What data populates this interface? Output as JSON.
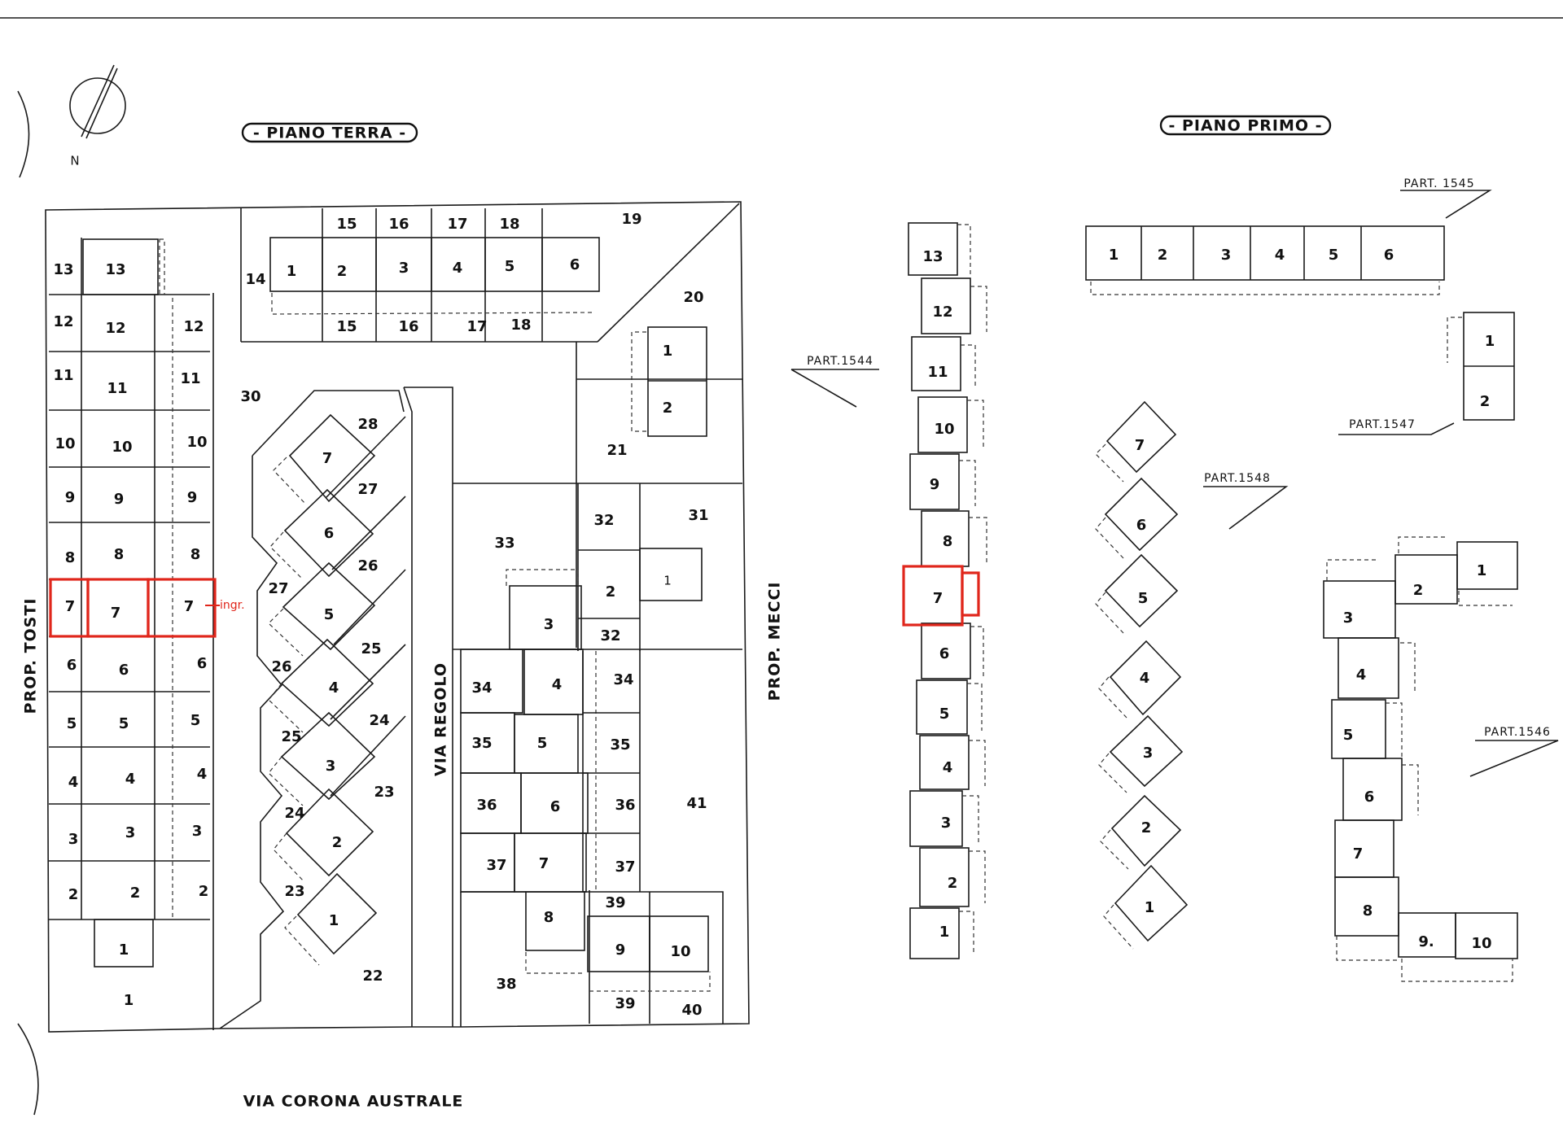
{
  "titles": {
    "ground": "- PIANO TERRA -",
    "first": "- PIANO PRIMO -"
  },
  "compass": {
    "label": "N"
  },
  "streets": {
    "corona": "VIA CORONA AUSTRALE",
    "regolo": "VIA REGOLO",
    "tosti": "PROP. TOSTI",
    "mecci": "PROP. MECCI"
  },
  "parts": {
    "p1544": "PART.1544",
    "p1545": "PART. 1545",
    "p1546": "PART.1546",
    "p1547": "PART.1547",
    "p1548": "PART.1548"
  },
  "entrance": {
    "label": "ingr."
  },
  "colors": {
    "highlight": "#e0261b",
    "line": "#1a1a1a"
  },
  "lots": {
    "left_col_a": [
      "13",
      "12",
      "11",
      "10",
      "9",
      "8",
      "7",
      "6",
      "5",
      "4",
      "3",
      "2"
    ],
    "left_col_b": [
      "13",
      "12",
      "11",
      "10",
      "9",
      "8",
      "7",
      "6",
      "5",
      "4",
      "3",
      "2",
      "1"
    ],
    "left_col_c": [
      "12",
      "11",
      "10",
      "9",
      "8",
      "7",
      "6",
      "5",
      "4",
      "3",
      "2"
    ],
    "left_bottom": "1",
    "top_row_upper": [
      "15",
      "16",
      "17",
      "18"
    ],
    "top_row_units": [
      "1",
      "2",
      "3",
      "4",
      "5",
      "6"
    ],
    "top_row_lower": [
      "15",
      "16",
      "17",
      "18"
    ],
    "top_misc": {
      "l14": "14",
      "l19": "19",
      "l20": "20",
      "l21": "21",
      "l30": "30",
      "l22": "22"
    },
    "units_20": [
      "1",
      "2"
    ],
    "diag_units": [
      "7",
      "6",
      "5",
      "4",
      "3",
      "2",
      "1"
    ],
    "diag_lots_right": [
      "28",
      "27",
      "26",
      "25",
      "24",
      "23"
    ],
    "diag_lots_left": [
      "27",
      "26",
      "25",
      "24",
      "23"
    ],
    "mid_33": "33",
    "mid_units": [
      "3",
      "4",
      "5",
      "6",
      "7",
      "8"
    ],
    "mid_left_lots": [
      "34",
      "35",
      "36",
      "37"
    ],
    "mid_right_lots": [
      "34",
      "35",
      "36",
      "37"
    ],
    "lot_32a": "32",
    "lot_32b": "32",
    "lot_31": "31",
    "lot_41": "41",
    "lot_38": "38",
    "lot_39a": "39",
    "lot_39b": "39",
    "lot_40": "40",
    "r_units": [
      "1",
      "2",
      "9",
      "10"
    ],
    "pp_vertical": [
      "13",
      "12",
      "11",
      "10",
      "9",
      "8",
      "7",
      "6",
      "5",
      "4",
      "3",
      "2",
      "1"
    ],
    "pp_top": [
      "1",
      "2",
      "3",
      "4",
      "5",
      "6"
    ],
    "pp_small": [
      "1",
      "2"
    ],
    "pp_diag": [
      "7",
      "6",
      "5",
      "4",
      "3",
      "2",
      "1"
    ],
    "pp_l_vert": [
      "3",
      "4",
      "5",
      "6",
      "7",
      "8"
    ],
    "pp_l_top": [
      "2",
      "1"
    ],
    "pp_l_bottom": [
      "9.",
      "10"
    ]
  }
}
